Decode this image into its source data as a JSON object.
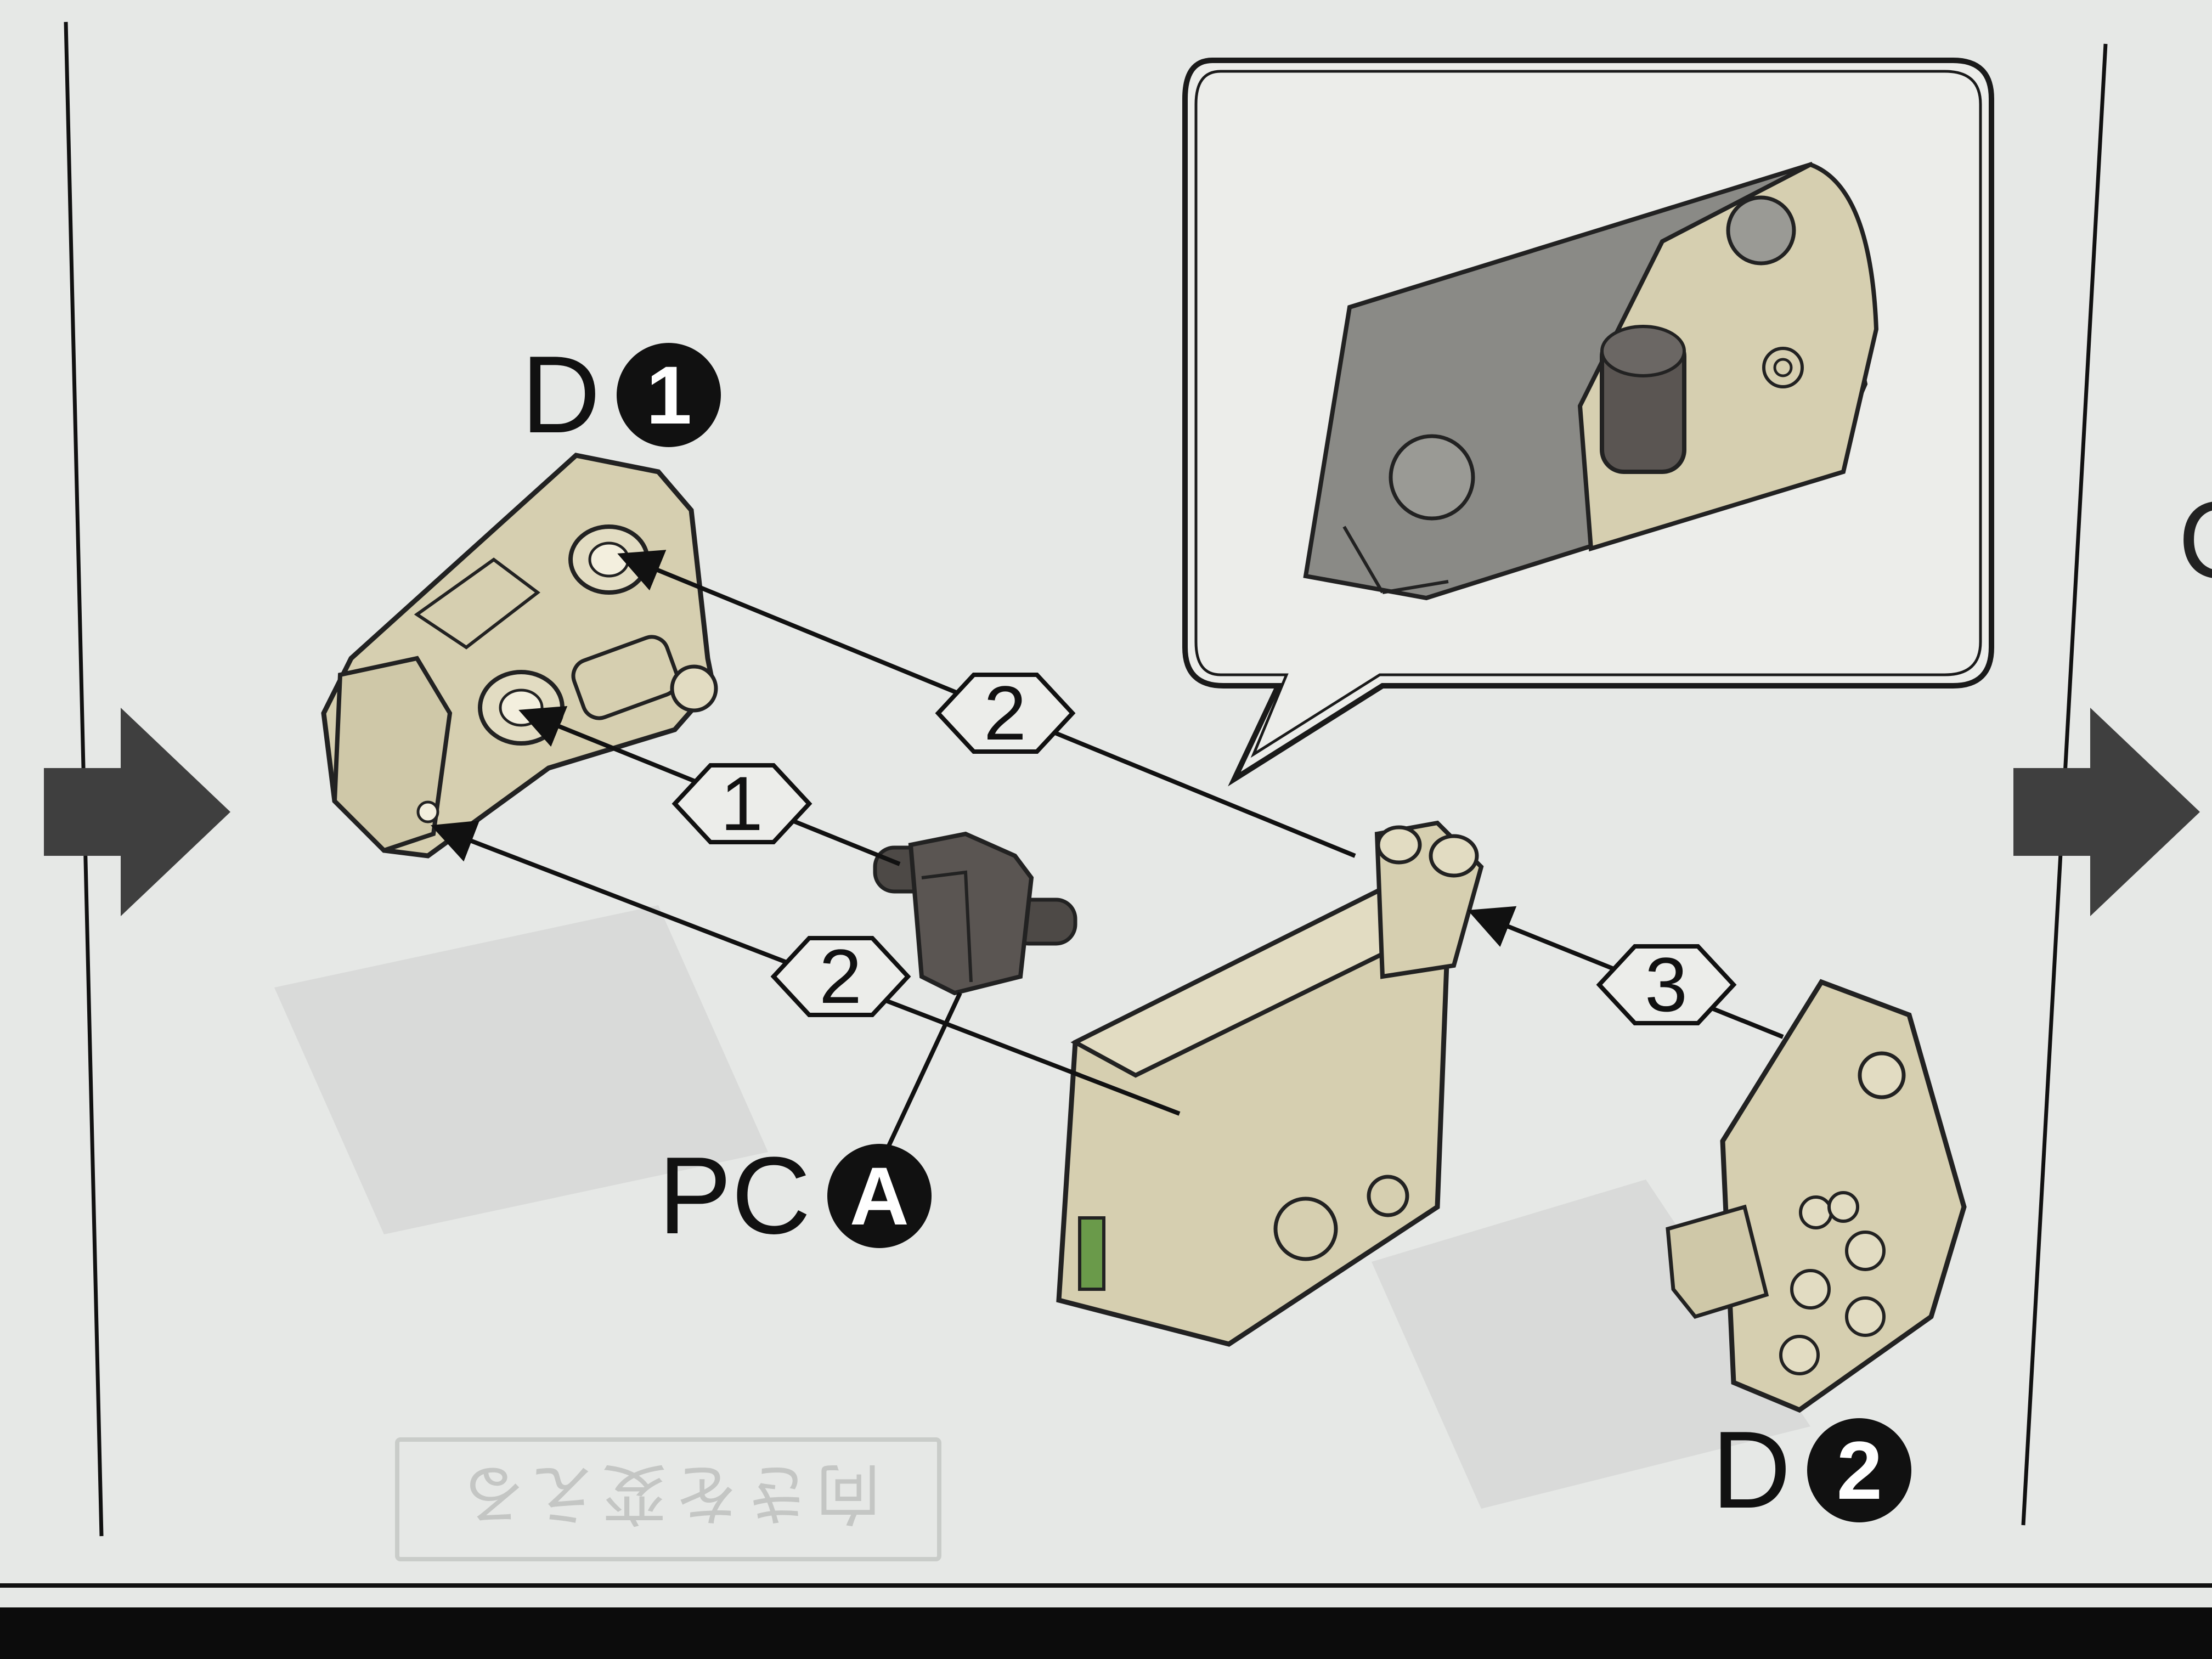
{
  "labels": {
    "d1_letter": "D",
    "d1_number": "1",
    "d2_letter": "D",
    "d2_number": "2",
    "pc_letter": "PC",
    "pc_badge": "A",
    "right_edge_letter": "C"
  },
  "steps": [
    "1",
    "2",
    "2",
    "3"
  ],
  "background_watermark": "向きを変える",
  "colors": {
    "paper": "#e6e8e6",
    "part_tan": "#d6cfb0",
    "part_dark": "#5a5552",
    "inset_gray": "#8a8a86",
    "arrow_gray": "#3f3f3f",
    "accent_green": "#6a9a4a"
  }
}
